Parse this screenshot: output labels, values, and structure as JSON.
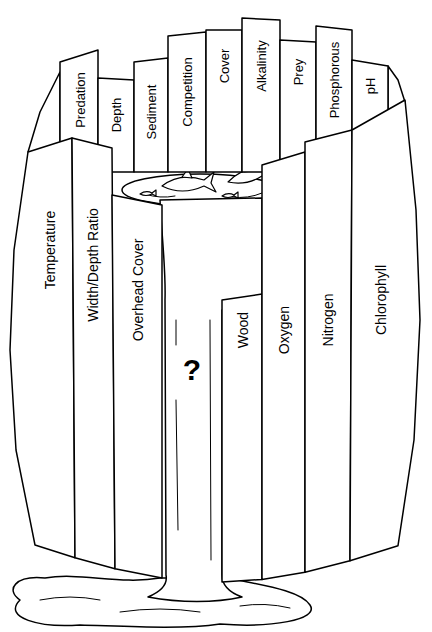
{
  "diagram": {
    "nodes": [
      {
        "text": [
          "Predation"
        ]
      },
      {
        "text": [
          "Depth"
        ]
      },
      {
        "text": [
          "Sediment"
        ]
      },
      {
        "text": [
          "Competition"
        ]
      },
      {
        "text": [
          "Cover"
        ]
      },
      {
        "text": [
          "Alkalinity"
        ]
      },
      {
        "text": [
          "Prey"
        ]
      },
      {
        "text": [
          "Phosphorous"
        ]
      },
      {
        "text": [
          "pH"
        ]
      },
      {
        "text": [
          "Temperature"
        ]
      },
      {
        "text": [
          "Width/Depth Ratio"
        ]
      },
      {
        "text": [
          "Overhead Cover"
        ]
      },
      {
        "text": [
          "Wood"
        ]
      },
      {
        "text": [
          "Oxygen"
        ]
      },
      {
        "text": [
          "Nitrogen"
        ]
      },
      {
        "text": [
          "Chlorophyll"
        ]
      }
    ],
    "labels": [
      "?"
    ]
  }
}
